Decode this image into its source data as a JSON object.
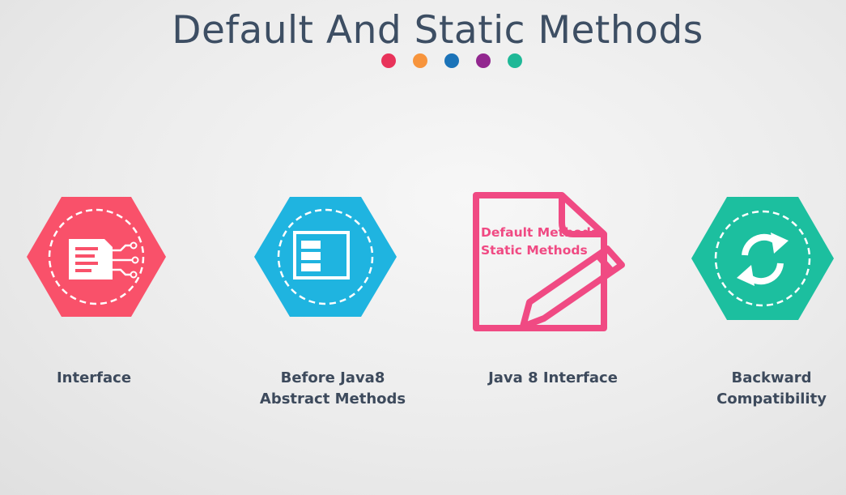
{
  "title": "Default And Static Methods",
  "dot_colors": [
    "#e8335a",
    "#f7943c",
    "#1b73b8",
    "#92278f",
    "#1fb897"
  ],
  "cards": [
    {
      "id": "interface",
      "color": "#f9516a",
      "icon": "document-circuit-icon",
      "label_lines": [
        "Interface"
      ]
    },
    {
      "id": "before-java8",
      "color": "#1fb4e0",
      "icon": "list-window-icon",
      "label_lines": [
        "Before Java8",
        "Abstract Methods"
      ]
    },
    {
      "id": "java8-interface",
      "color": "#f04a83",
      "icon": "document-pencil-icon",
      "doc_lines": [
        "Default Methods",
        "Static Methods"
      ],
      "label_lines": [
        "Java 8 Interface"
      ]
    },
    {
      "id": "backward-compat",
      "color": "#1cbf9f",
      "icon": "refresh-arrows-icon",
      "label_lines": [
        "Backward",
        "Compatibility"
      ]
    }
  ]
}
